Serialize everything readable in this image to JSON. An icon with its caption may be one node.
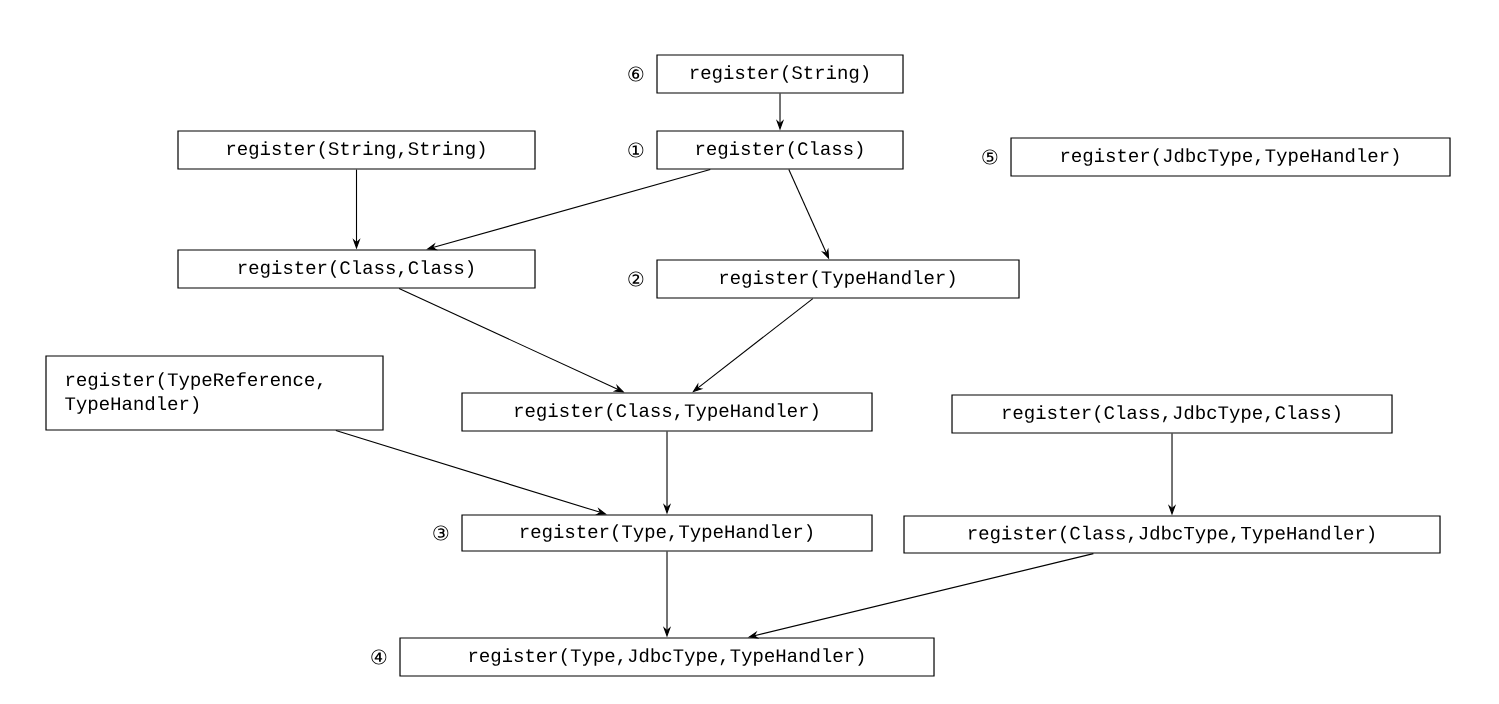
{
  "diagram": {
    "nodes": [
      {
        "text": [
          "register(String)"
        ],
        "beside": [
          "⑥"
        ]
      },
      {
        "text": [
          "register(Class)"
        ],
        "beside": [
          "①"
        ]
      },
      {
        "text": [
          "register(String,String)"
        ]
      },
      {
        "text": [
          "register(JdbcType,TypeHandler)"
        ],
        "beside": [
          "⑤"
        ]
      },
      {
        "text": [
          "register(Class,Class)"
        ]
      },
      {
        "text": [
          "register(TypeHandler)"
        ],
        "beside": [
          "②"
        ]
      },
      {
        "text": [
          "register(TypeReference, TypeHandler)"
        ]
      },
      {
        "text": [
          "register(Class,TypeHandler)"
        ]
      },
      {
        "text": [
          "register(Class,JdbcType,Class)"
        ]
      },
      {
        "text": [
          "register(Type,TypeHandler)"
        ],
        "beside": [
          "③"
        ]
      },
      {
        "text": [
          "register(Class,JdbcType,TypeHandler)"
        ]
      },
      {
        "text": [
          "register(Type,JdbcType,TypeHandler)"
        ],
        "beside": [
          "④"
        ]
      }
    ],
    "edges": [
      {
        "from": 0,
        "to": 1,
        "arrow": "to"
      },
      {
        "from": 2,
        "to": 4,
        "arrow": "to"
      },
      {
        "from": 1,
        "to": 4,
        "arrow": "to"
      },
      {
        "from": 1,
        "to": 5,
        "arrow": "to"
      },
      {
        "from": 4,
        "to": 7,
        "arrow": "to"
      },
      {
        "from": 5,
        "to": 7,
        "arrow": "to"
      },
      {
        "from": 6,
        "to": 9,
        "arrow": "to"
      },
      {
        "from": 7,
        "to": 9,
        "arrow": "to"
      },
      {
        "from": 8,
        "to": 10,
        "arrow": "to"
      },
      {
        "from": 9,
        "to": 11,
        "arrow": "to"
      },
      {
        "from": 10,
        "to": 11,
        "arrow": "to"
      }
    ]
  }
}
